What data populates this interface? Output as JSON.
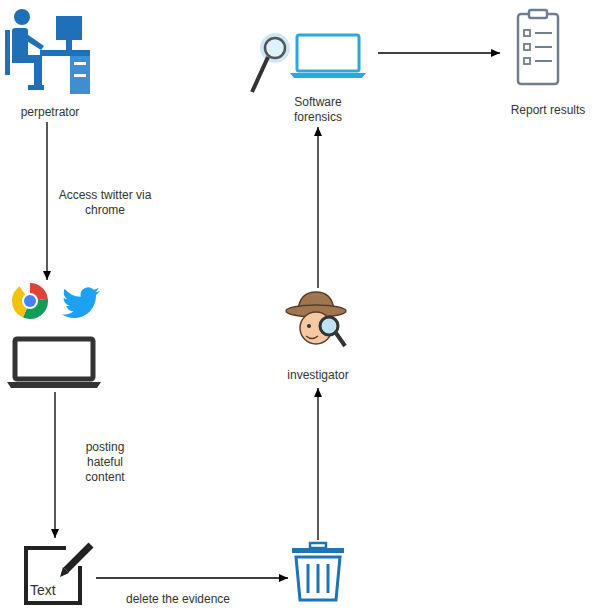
{
  "diagram": {
    "nodes": [
      {
        "text": [
          "perpetrator"
        ]
      },
      {
        "text": []
      },
      {
        "text": [
          "Text"
        ]
      },
      {
        "text": []
      },
      {
        "text": [
          "investigator"
        ]
      },
      {
        "text": [
          "Software forensics"
        ]
      },
      {
        "text": [
          "Report results"
        ]
      }
    ],
    "edges": [
      {
        "from": 0,
        "to": 1,
        "label": "Access twitter via chrome",
        "arrow": "to"
      },
      {
        "from": 1,
        "to": 2,
        "label": "posting hateful content",
        "arrow": "to"
      },
      {
        "from": 2,
        "to": 3,
        "label": "delete the evidence",
        "arrow": "to"
      },
      {
        "from": 3,
        "to": 4,
        "arrow": "to"
      },
      {
        "from": 4,
        "to": 5,
        "arrow": "to"
      },
      {
        "from": 5,
        "to": 6,
        "arrow": "to"
      }
    ]
  }
}
